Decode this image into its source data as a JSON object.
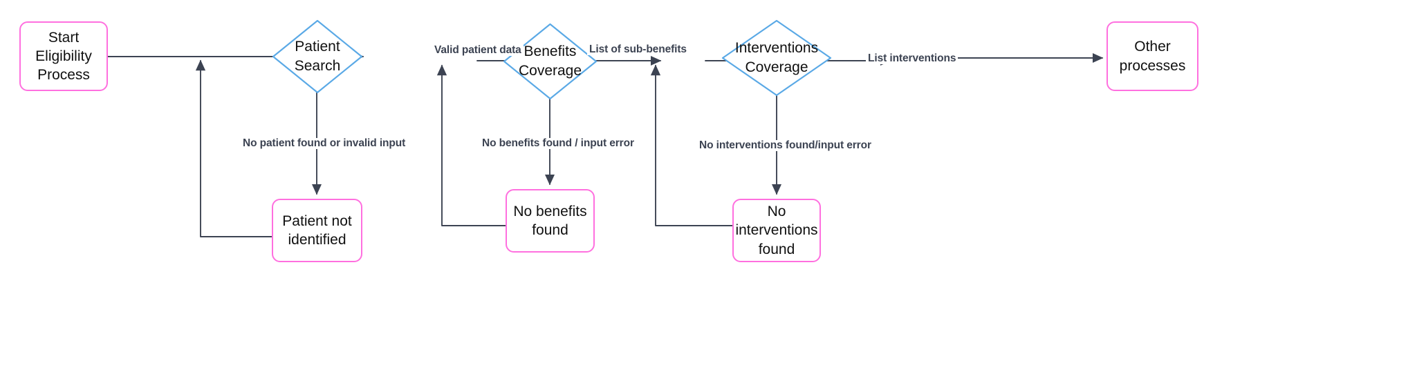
{
  "diagram": {
    "title": "Eligibility Process Flowchart",
    "colors": {
      "terminator_border": "#ff6fdf",
      "decision_border": "#5aa9e6",
      "edge": "#3c4352",
      "text": "#101010",
      "label_text": "#3c4352",
      "background": "#ffffff"
    }
  },
  "nodes": [
    {
      "id": "start",
      "type": "terminator",
      "lines": [
        "Start",
        "Eligibility",
        "Process"
      ]
    },
    {
      "id": "patient_search",
      "type": "decision",
      "lines": [
        "Patient",
        "Search"
      ]
    },
    {
      "id": "benefits",
      "type": "decision",
      "lines": [
        "Benefits",
        "Coverage"
      ]
    },
    {
      "id": "interventions",
      "type": "decision",
      "lines": [
        "Interventions",
        "Coverage"
      ]
    },
    {
      "id": "other",
      "type": "terminator",
      "lines": [
        "Other",
        "processes"
      ]
    },
    {
      "id": "patient_nf",
      "type": "terminator",
      "lines": [
        "Patient not",
        "identified"
      ]
    },
    {
      "id": "benefits_nf",
      "type": "terminator",
      "lines": [
        "No benefits",
        "found"
      ]
    },
    {
      "id": "interv_nf",
      "type": "terminator",
      "lines": [
        "No",
        "interventions",
        "found"
      ]
    }
  ],
  "edges": [
    {
      "id": "e1",
      "from": "start",
      "to": "patient_search",
      "label": ""
    },
    {
      "id": "e2",
      "from": "patient_search",
      "to": "benefits",
      "label": "Valid patient data"
    },
    {
      "id": "e3",
      "from": "benefits",
      "to": "interventions",
      "label": "List of sub-benefits"
    },
    {
      "id": "e4",
      "from": "interventions",
      "to": "other",
      "label": "List interventions"
    },
    {
      "id": "e5",
      "from": "patient_search",
      "to": "patient_nf",
      "label": "No patient found or invalid input"
    },
    {
      "id": "e6",
      "from": "benefits",
      "to": "benefits_nf",
      "label": "No benefits found / input error"
    },
    {
      "id": "e7",
      "from": "interventions",
      "to": "interv_nf",
      "label": "No interventions found/input error"
    },
    {
      "id": "e8",
      "from": "patient_nf",
      "to": "e1",
      "label": ""
    },
    {
      "id": "e9",
      "from": "benefits_nf",
      "to": "e2",
      "label": ""
    },
    {
      "id": "e10",
      "from": "interv_nf",
      "to": "e3",
      "label": ""
    }
  ],
  "labels": {
    "start_l1": "Start",
    "start_l2": "Eligibility",
    "start_l3": "Process",
    "ps_l1": "Patient",
    "ps_l2": "Search",
    "bc_l1": "Benefits",
    "bc_l2": "Coverage",
    "ic_l1": "Interventions",
    "ic_l2": "Coverage",
    "other_l1": "Other",
    "other_l2": "processes",
    "pnf_l1": "Patient not",
    "pnf_l2": "identified",
    "bnf_l1": "No benefits",
    "bnf_l2": "found",
    "inf_l1": "No",
    "inf_l2": "interventions",
    "inf_l3": "found",
    "edge_valid": "Valid patient data",
    "edge_sub": "List of sub-benefits",
    "edge_list_interventions": "List interventions",
    "edge_no_patient": "No patient found or invalid input",
    "edge_no_benefits": "No benefits found / input error",
    "edge_no_interventions": "No interventions found/input error"
  }
}
